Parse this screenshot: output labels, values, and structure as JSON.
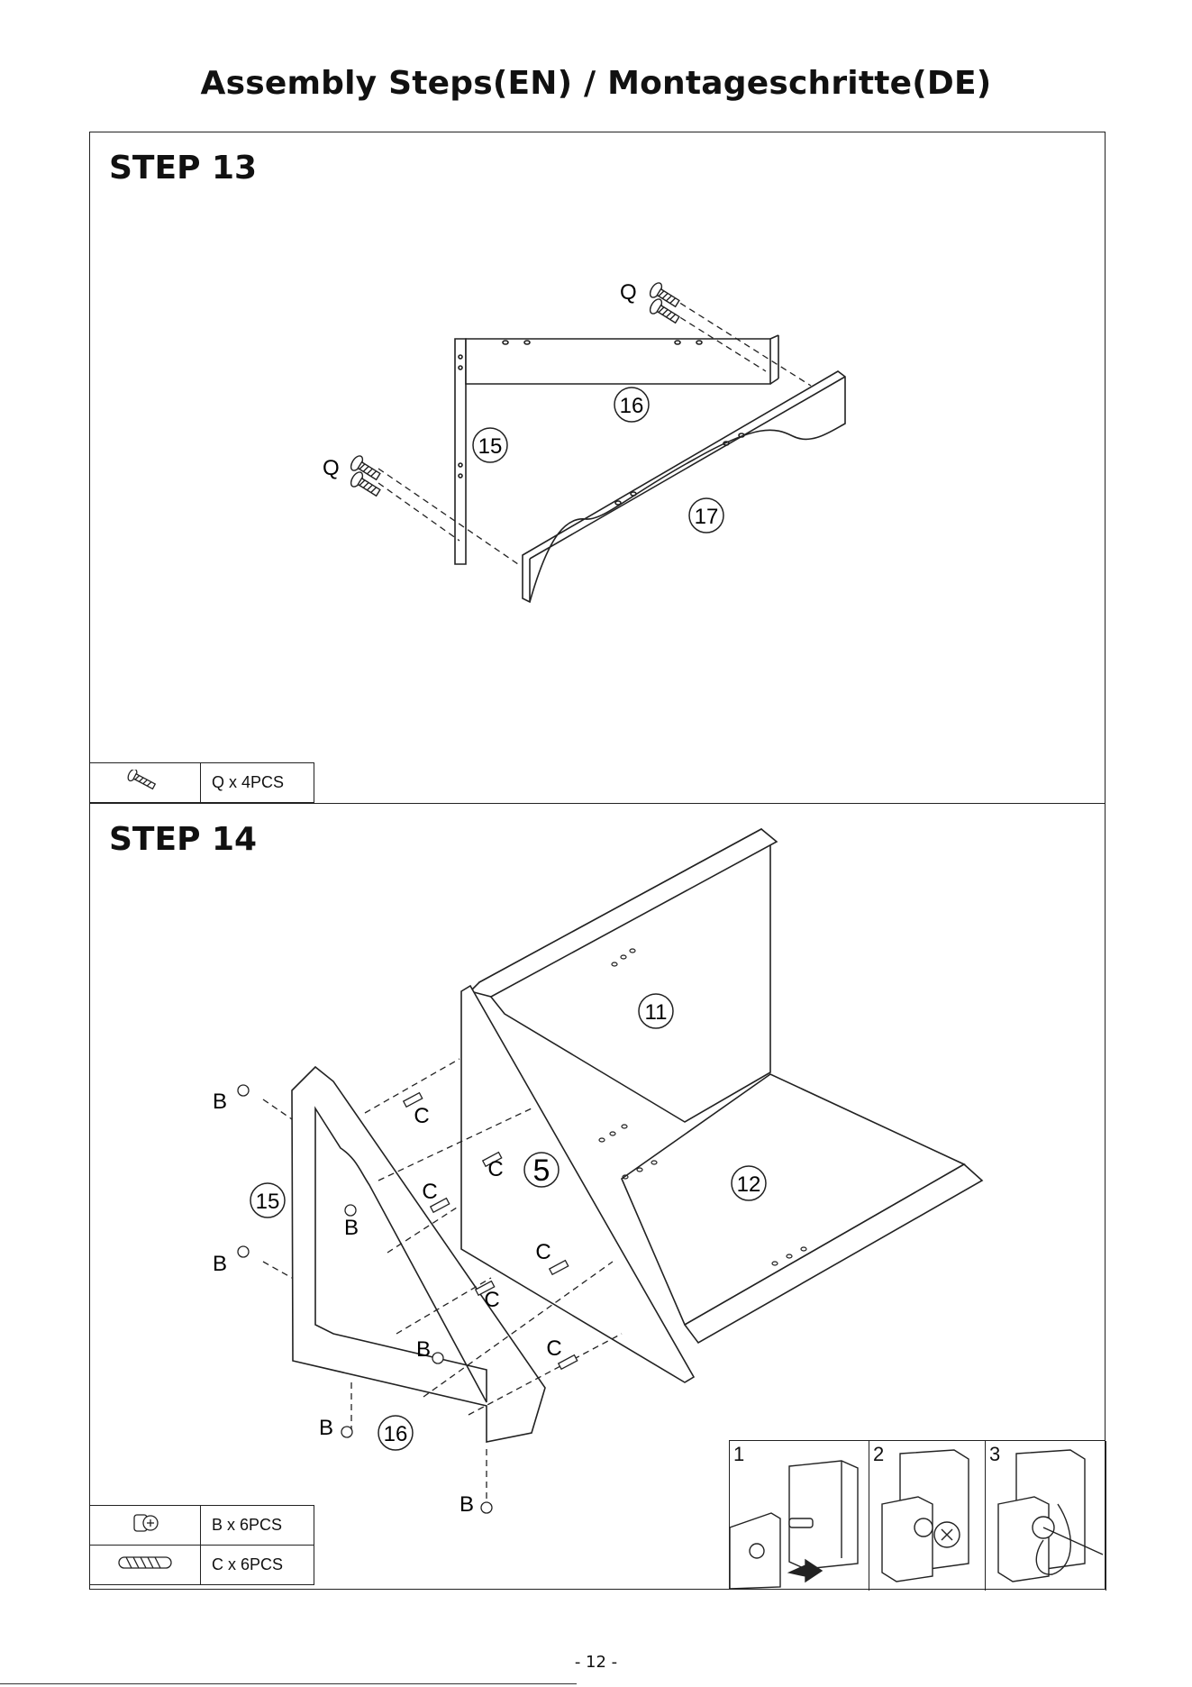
{
  "header": {
    "title": "Assembly Steps(EN) / Montageschritte(DE)"
  },
  "step13": {
    "title": "STEP 13",
    "labels": {
      "screw_a": "Q",
      "screw_b": "Q",
      "part_16": "16",
      "part_15": "15",
      "part_17": "17"
    },
    "parts": [
      {
        "icon": "screw-icon",
        "qty": "Q x 4PCS"
      }
    ]
  },
  "step14": {
    "title": "STEP 14",
    "labels": {
      "part_11": "11",
      "part_12": "12",
      "part_5": "5",
      "part_15": "15",
      "part_16": "16",
      "b1": "B",
      "b2": "B",
      "b3": "B",
      "b4": "B",
      "b5": "B",
      "b6": "B",
      "c1": "C",
      "c2": "C",
      "c3": "C",
      "c4": "C",
      "c5": "C",
      "c6": "C"
    },
    "parts": [
      {
        "icon": "cam-lock-icon",
        "qty": "B x 6PCS"
      },
      {
        "icon": "dowel-icon",
        "qty": "C x 6PCS"
      }
    ],
    "insets": [
      "1",
      "2",
      "3"
    ]
  },
  "footer": {
    "page_number": "- 12 -"
  }
}
